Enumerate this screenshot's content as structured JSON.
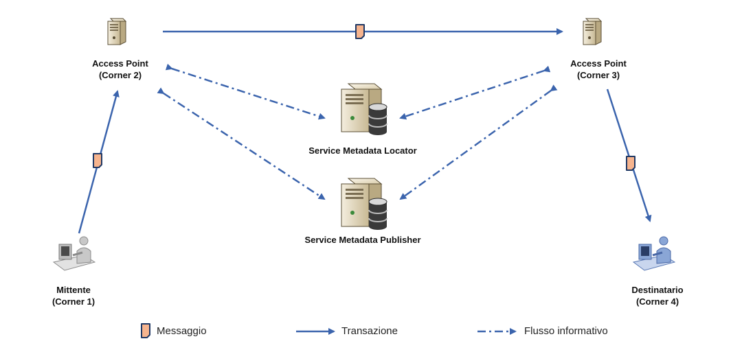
{
  "nodes": {
    "ap2": {
      "line1": "Access Point",
      "line2": "(Corner 2)"
    },
    "ap3": {
      "line1": "Access Point",
      "line2": "(Corner 3)"
    },
    "sml": {
      "label": "Service Metadata Locator"
    },
    "smp": {
      "label": "Service Metadata Publisher"
    },
    "sender": {
      "line1": "Mittente",
      "line2": "(Corner 1)"
    },
    "receiver": {
      "line1": "Destinatario",
      "line2": "(Corner 4)"
    }
  },
  "legend": {
    "message": "Messaggio",
    "transaction": "Transazione",
    "info_flow": "Flusso informativo"
  },
  "colors": {
    "arrow": "#3b64ad",
    "message_fill": "#f6b48e",
    "message_stroke": "#1f3864",
    "server_body": "#e8ddc4",
    "sender_person": "#c8c8c8",
    "receiver_person": "#8aa6d6"
  }
}
